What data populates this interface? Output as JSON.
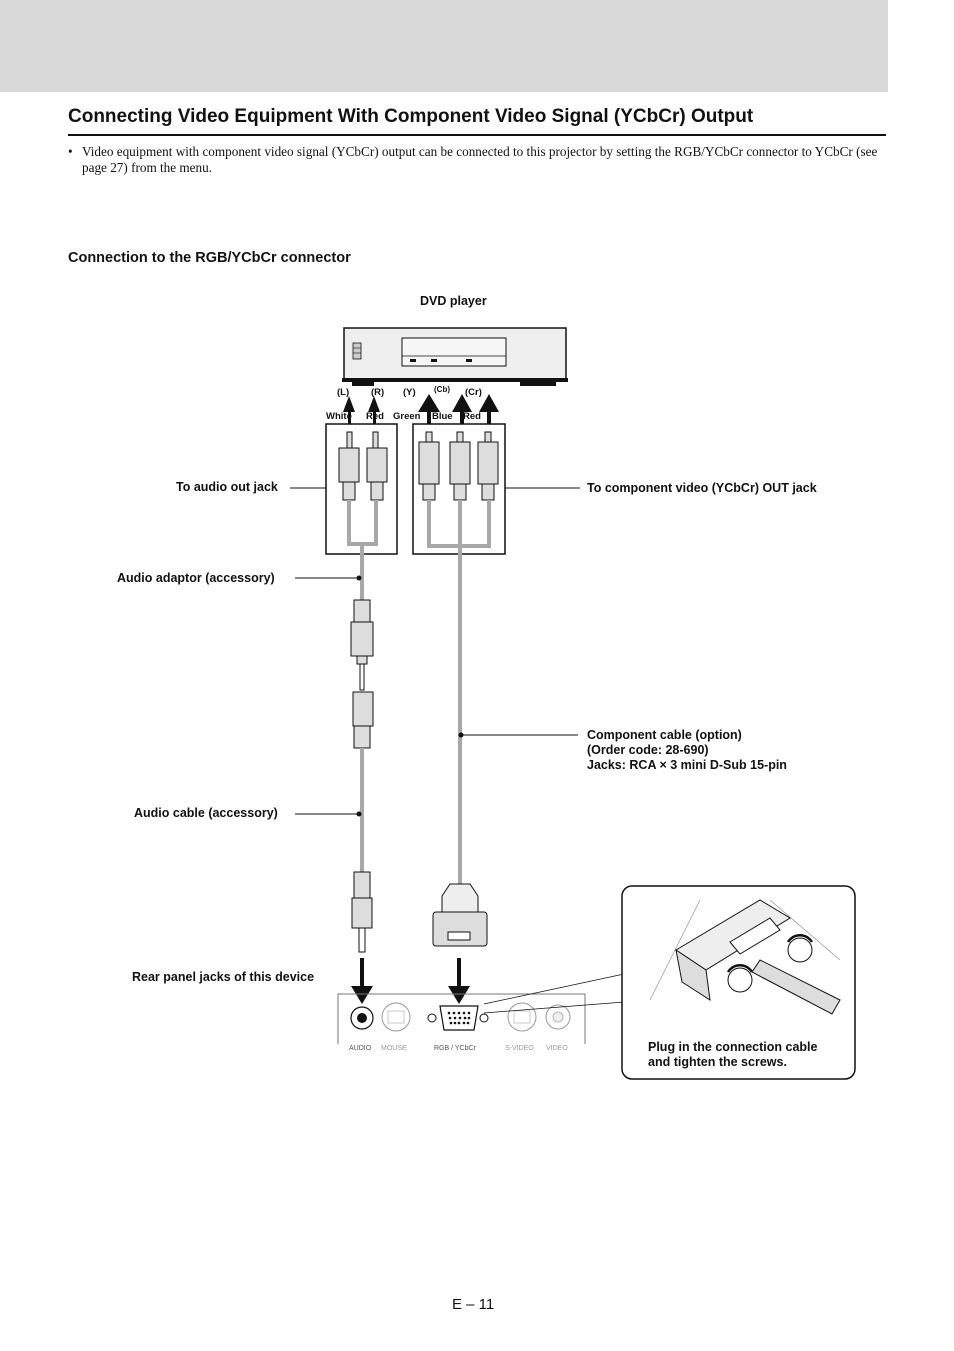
{
  "page": {
    "title": "Connecting Video Equipment With Component Video Signal (YCbCr) Output",
    "bullet_marker": "•",
    "bullet_text": "Video equipment with component video signal (YCbCr) output can be connected to this projector by setting the RGB/YCbCr connector to YCbCr (see page 27) from the menu.",
    "subheading": "Connection to the RGB/YCbCr connector",
    "page_number": "E – 11"
  },
  "diagram": {
    "dvd_player_label": "DVD player",
    "jack_codes": {
      "l": "(L)",
      "r": "(R)",
      "y": "(Y)",
      "cb": "(Cb)",
      "cr": "(Cr)"
    },
    "plug_colors": {
      "white": "White",
      "red_audio": "Red",
      "green": "Green",
      "blue": "Blue",
      "red_video": "Red"
    },
    "to_audio_out": "To audio out jack",
    "to_component_out": "To component video (YCbCr) OUT jack",
    "audio_adaptor": "Audio adaptor (accessory)",
    "component_cable_lines": [
      "Component cable (option)",
      "(Order code: 28-690)",
      "Jacks: RCA × 3 mini D-Sub 15-pin"
    ],
    "audio_cable": "Audio cable (accessory)",
    "rear_panel": "Rear panel jacks of this device",
    "panel_labels": {
      "audio": "AUDIO",
      "mouse": "MOUSE",
      "rgb": "RGB / YCbCr",
      "svideo": "S-VIDEO",
      "video": "VIDEO"
    },
    "callout_lines": [
      "Plug in the connection cable",
      "and tighten the screws."
    ]
  },
  "colors": {
    "header_band": "#dadada",
    "cable": "#a8a8a8",
    "device_fill": "#e8e8e8"
  }
}
